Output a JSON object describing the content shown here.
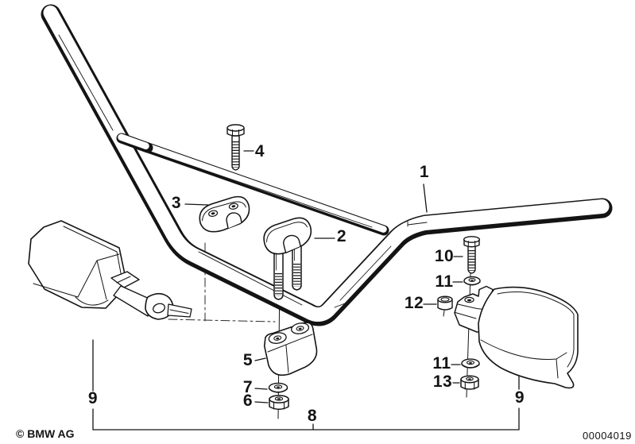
{
  "diagram": {
    "type": "exploded-parts-diagram",
    "subject": "motorcycle-handlebar-assembly",
    "footer_left": "© BMW AG",
    "plate_number": "00004019",
    "colors": {
      "line": "#141414",
      "background": "#ffffff"
    },
    "callouts": [
      {
        "number": "4"
      },
      {
        "number": "1"
      },
      {
        "number": "3"
      },
      {
        "number": "2"
      },
      {
        "number": "10"
      },
      {
        "number": "11"
      },
      {
        "number": "12"
      },
      {
        "number": "5"
      },
      {
        "number": "7"
      },
      {
        "number": "6"
      },
      {
        "number": "11"
      },
      {
        "number": "13"
      },
      {
        "number": "9"
      },
      {
        "number": "9"
      },
      {
        "number": "8"
      }
    ]
  }
}
